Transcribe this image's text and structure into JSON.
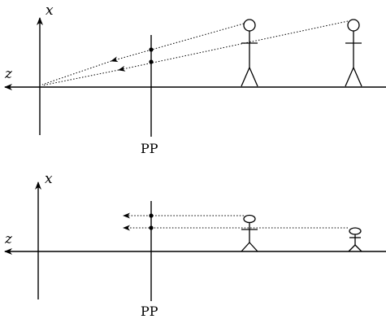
{
  "top_panel": {
    "x_axis_label": "x",
    "z_axis_label": "z",
    "plane_label": "PP"
  },
  "bottom_panel": {
    "x_axis_label": "x",
    "z_axis_label": "z",
    "plane_label": "PP"
  }
}
